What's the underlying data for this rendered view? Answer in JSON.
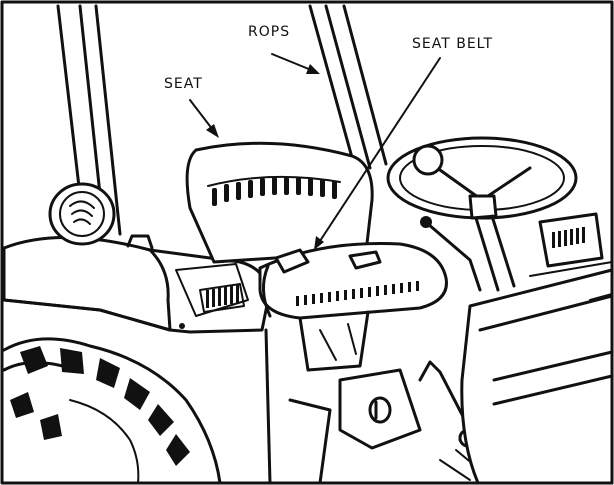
{
  "figure": {
    "labels": {
      "rops": "ROPS",
      "seat": "SEAT",
      "seat_belt": "SEAT BELT"
    }
  }
}
